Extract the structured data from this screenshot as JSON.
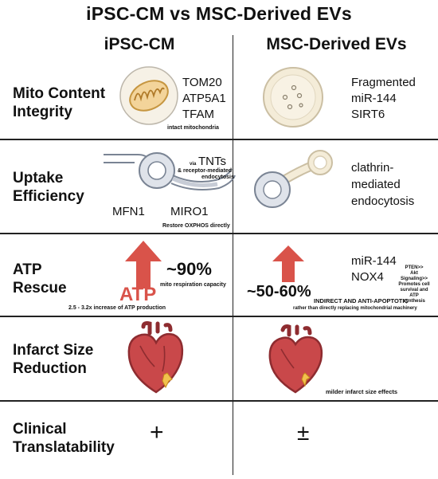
{
  "title": "iPSC-CM vs MSC-Derived EVs",
  "columns": {
    "left": "iPSC-CM",
    "right": "MSC-Derived EVs"
  },
  "rows": {
    "mito": {
      "label_line1": "Mito Content",
      "label_line2": "Integrity",
      "left_markers": [
        "TOM20",
        "ATP5A1",
        "TFAM"
      ],
      "left_caption": "intact mitochondria",
      "right_markers": [
        "Fragmented",
        "miR-144",
        "SIRT6"
      ]
    },
    "uptake": {
      "label_line1": "Uptake",
      "label_line2": "Efficiency",
      "via": "via",
      "tnts": "TNTs",
      "receptor_line1": "& receptor-mediated",
      "receptor_line2": "endocytosis",
      "mfn1": "MFN1",
      "miro1": "MIRO1",
      "restore": "Restore OXPHOS directly",
      "right_line1": "clathrin-",
      "right_line2": "mediated",
      "right_line3": "endocytosis"
    },
    "atp": {
      "label_line1": "ATP",
      "label_line2": "Rescue",
      "left_percent": "~90%",
      "left_sub": "mito respiration capacity",
      "atp_word": "ATP",
      "left_increase": "2.5 - 3.2x increase of ATP production",
      "right_percent": "~50-60%",
      "right_mir": "miR-144",
      "right_nox": "NOX4",
      "pathway_line1": "PTEN>>",
      "pathway_line2": "Akt Signaling>>",
      "pathway_line3": "Promotes cell",
      "pathway_line4": "survival and ATP",
      "pathway_line5": "synthesis",
      "indirect": "INDIRECT AND ANTI-APOPTOTIC",
      "rather": "rather than directly replacing mitochondrial machinery"
    },
    "infarct": {
      "label_line1": "Infarct Size",
      "label_line2": "Reduction",
      "right_caption": "milder infarct size effects"
    },
    "clinical": {
      "label_line1": "Clinical",
      "label_line2": "Translatability",
      "left_symbol": "+",
      "right_symbol": "±"
    }
  },
  "colors": {
    "arrow_red": "#d9534a",
    "heart_red": "#c9484a",
    "heart_dark": "#8e2c30",
    "mito_fill": "#f3d49a",
    "ev_fill": "#f4ecd8",
    "ev_stroke": "#cbbfa3",
    "tnt_fill": "#dfe3ea",
    "tnt_stroke": "#7a8494"
  }
}
